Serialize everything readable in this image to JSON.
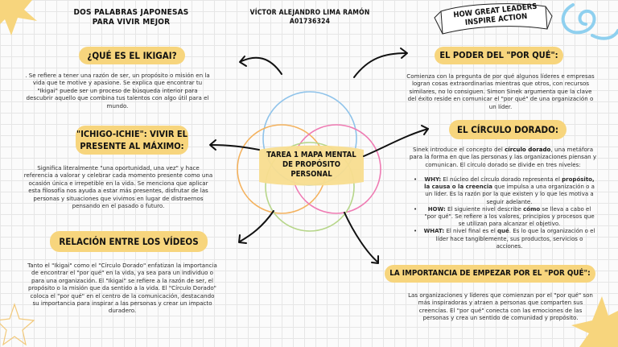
{
  "header": {
    "left_line1": "DOS PALABRAS JAPONESAS",
    "left_line2": "PARA VIVIR MEJOR",
    "author_line1": "VÍCTOR ALEJANDRO LIMA RAMÓN",
    "author_line2": "A01736324",
    "banner_line1": "HOW GREAT LEADERS",
    "banner_line2": "INSPIRE ACTION"
  },
  "center": {
    "line1": "TAREA 1 MAPA MENTAL",
    "line2": "DE PROPÓSITO",
    "line3": "PERSONAL"
  },
  "left": {
    "ikigai_title": "¿QUÉ ES EL IKIGAI?",
    "ikigai_text": ". Se  refiere a tener una razón de ser, un propósito o misión en la vida que te motive y apasione. Se explica que encontrar tu \"Ikigai\" puede ser un proceso de búsqueda interior para descubrir aquello que combina tus talentos con algo útil para el mundo.",
    "ichigo_title_1": "\"ICHIGO-ICHIE\": VIVIR EL",
    "ichigo_title_2": "PRESENTE AL MÁXIMO:",
    "ichigo_text": "Significa literalmente \"una oportunidad, una vez\" y hace referencia a valorar y celebrar cada momento presente como una ocasión única e irrepetible en la vida. Se menciona que aplicar esta filosofía nos ayuda a estar más presentes, disfrutar de las personas y situaciones que vivimos en lugar de distraernos pensando en el pasado o futuro.",
    "relacion_title": "RELACIÓN ENTRE LOS VÍDEOS",
    "relacion_text": "Tanto el \"Ikigai\" como el \"Círculo Dorado\" enfatizan la importancia de encontrar el \"por qué\" en la vida, ya sea para un individuo o para una organización. El \"Ikigai\" se refiere a la razón de ser, el propósito o la misión que da sentido a la vida. El \"Círculo Dorado\" coloca el \"por qué\" en el centro de la comunicación, destacando su importancia para inspirar a las personas y crear un impacto duradero."
  },
  "right": {
    "poder_title": "EL PODER DEL \"POR QUÉ\":",
    "poder_text": "Comienza con la pregunta de por qué algunos líderes e empresas logran cosas extraordinarias mientras que otros, con recursos similares, no lo consiguen. Simon Sinek argumenta que la clave del éxito reside en comunicar el \"por qué\" de una organización o un líder.",
    "circulo_title": "EL CÍRCULO DORADO:",
    "circulo_intro_a": "Sinek introduce el concepto del ",
    "circulo_intro_b": "círculo dorado",
    "circulo_intro_c": ", una metáfora para la forma en que las personas y las organizaciones piensan y comunican. El círculo dorado se divide en tres niveles:",
    "why_key": "WHY:",
    "why_a": " El núcleo del círculo dorado representa el ",
    "why_b": "propósito, la causa o la creencia",
    "why_c": " que impulsa a una organización o a un líder. Es la razón por la que existen y lo que les motiva a seguir adelante.",
    "how_key": "HOW:",
    "how_a": " El siguiente nivel describe ",
    "how_b": "cómo",
    "how_c": " se lleva a cabo el \"por qué\". Se refiere a los valores, principios y procesos que se utilizan para alcanzar el objetivo.",
    "what_key": "WHAT:",
    "what_a": " El nivel final es el ",
    "what_b": "qué",
    "what_c": ". Es lo que la organización o el líder hace tangiblemente, sus productos, servicios o acciones.",
    "importancia_title": "LA IMPORTANCIA DE EMPEZAR POR EL \"POR QUÉ\":",
    "importancia_text": "Las organizaciones y líderes que comienzan por el \"por qué\" son más inspiradoras y atraen a personas que comparten sus creencias. El \"por qué\" conecta con las emociones de las personas y crea un sentido de comunidad y propósito."
  },
  "colors": {
    "pill": "#f7d57d",
    "circle_blue": "#8fc3ea",
    "circle_orange": "#f4b25e",
    "circle_pink": "#ef7bb3",
    "circle_green": "#b7d68a",
    "star": "#f7d57d",
    "swirl": "#8fd0ef"
  }
}
